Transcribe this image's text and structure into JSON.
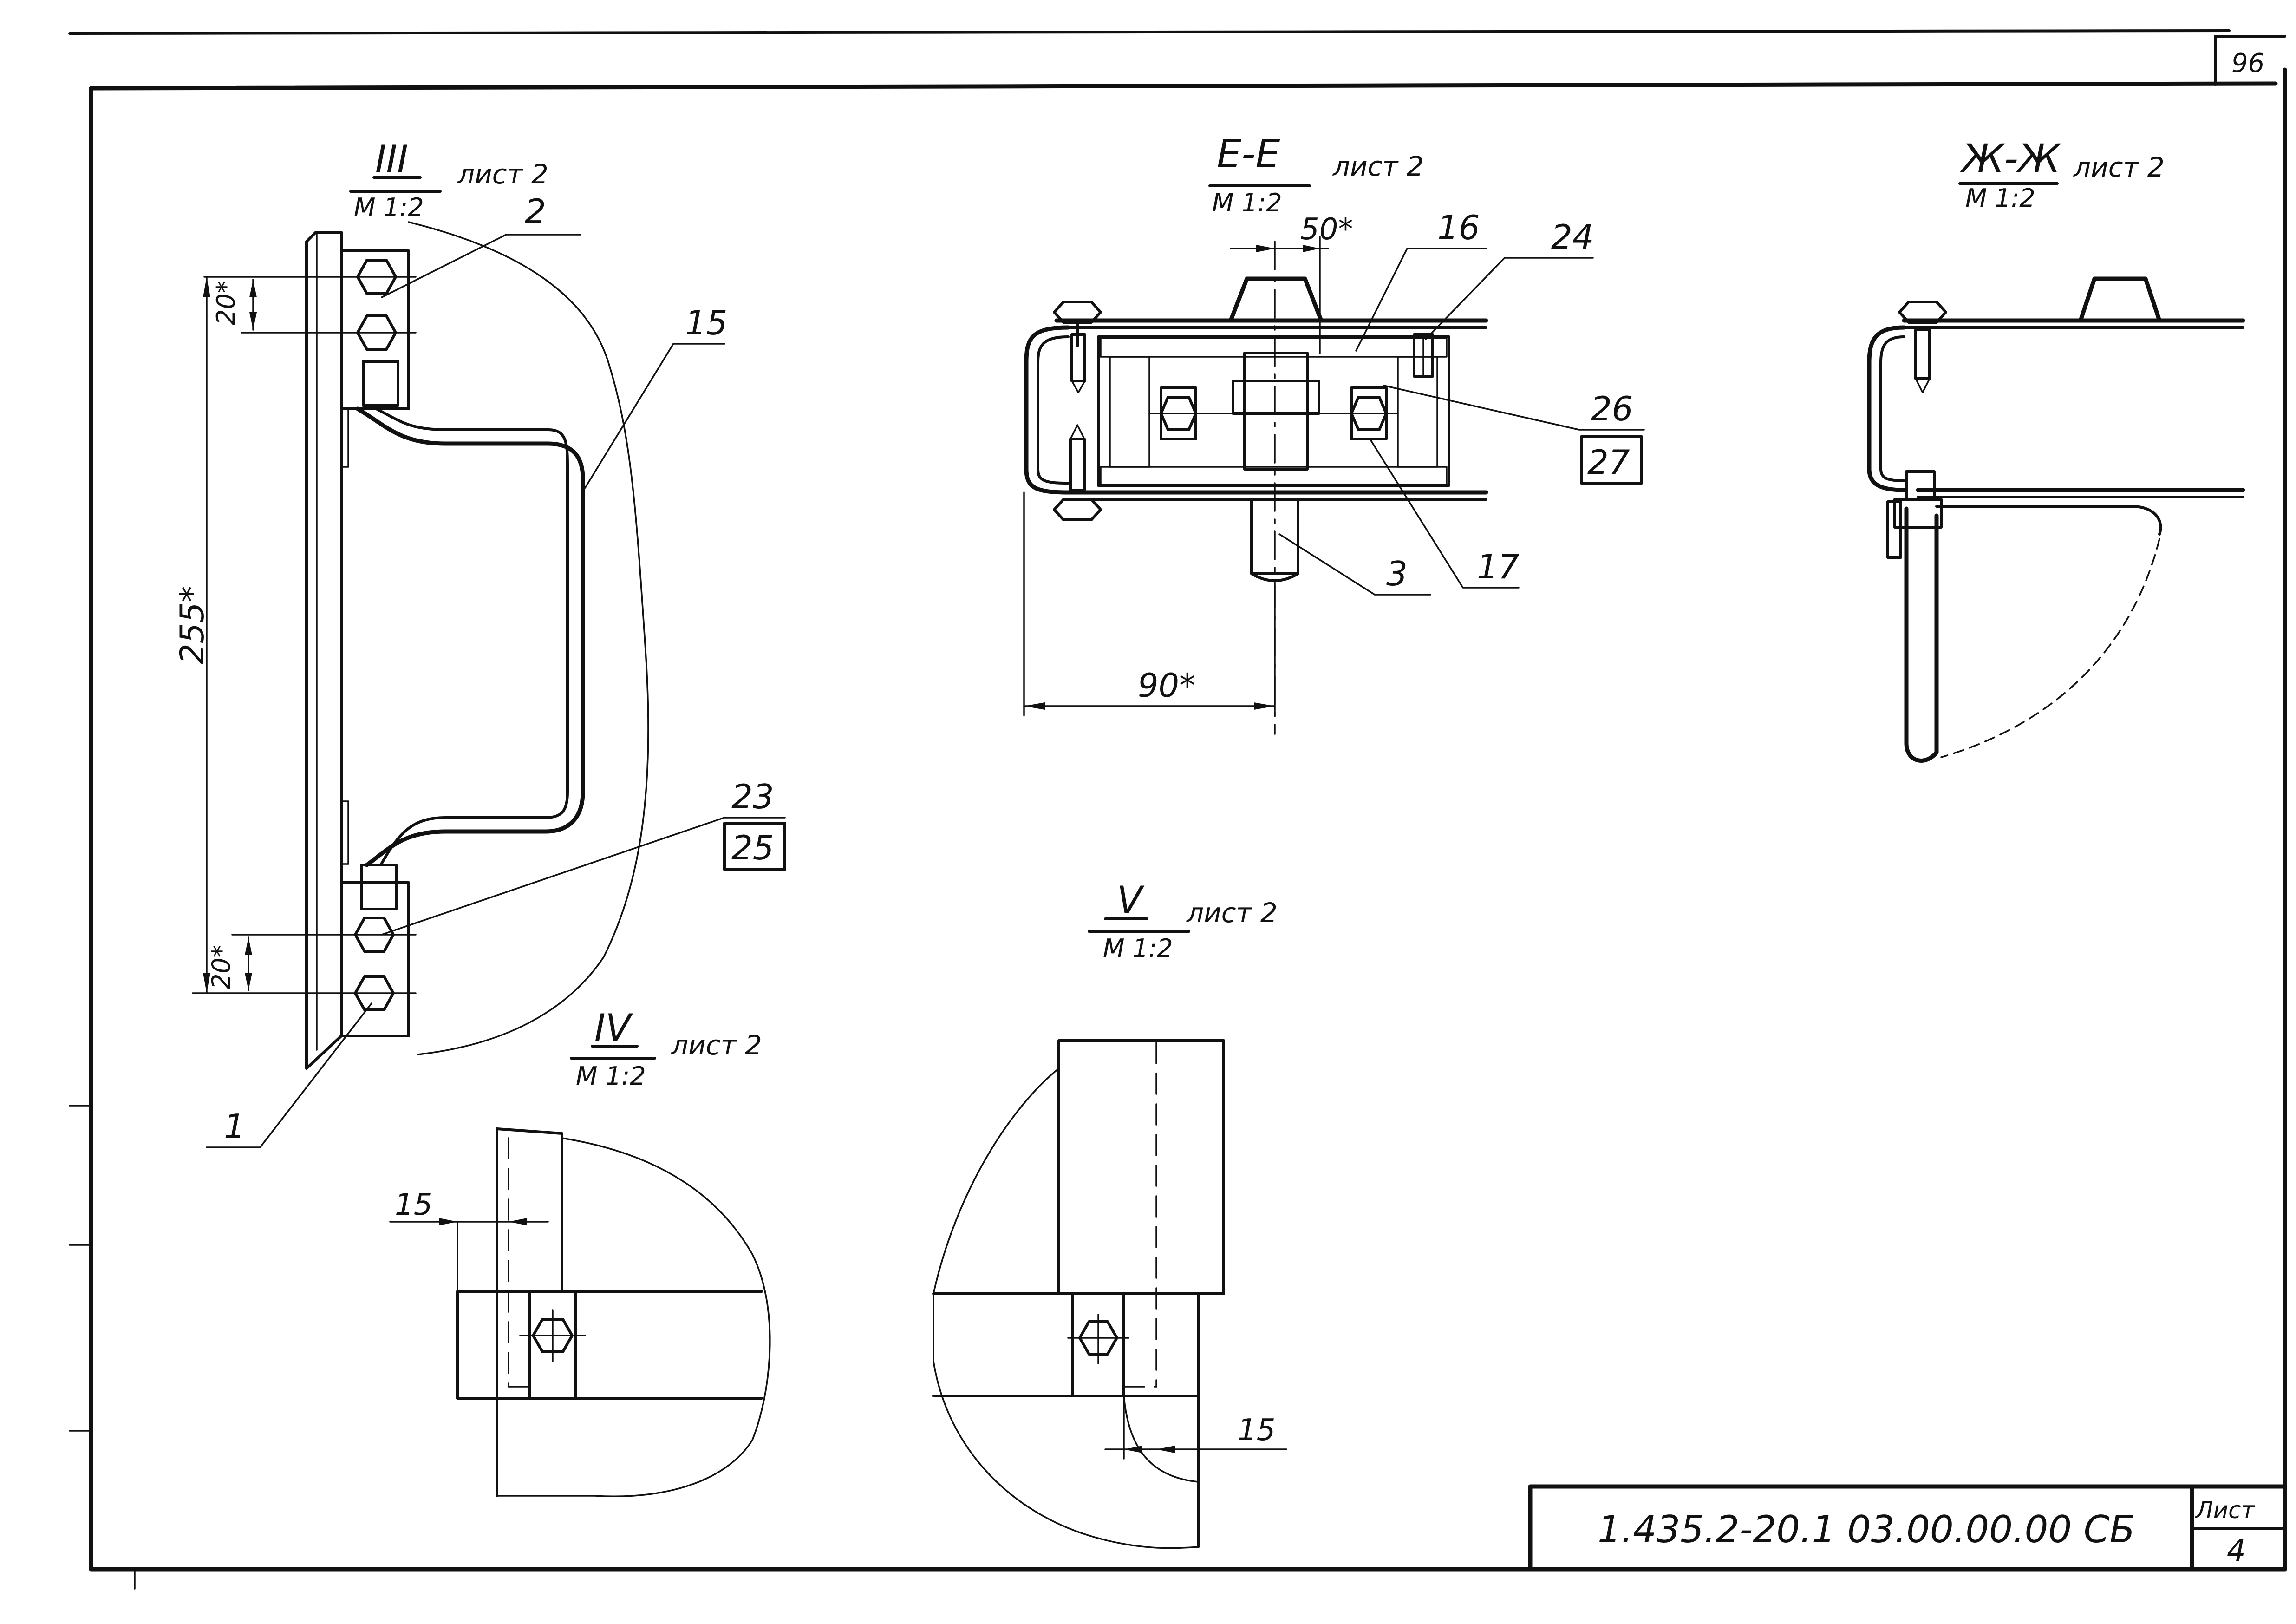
{
  "sheet": {
    "corner_number": "96",
    "drawing_code": "1.435.2-20.1 03.00.00.00 СБ",
    "sheet_label": "Лист",
    "sheet_number": "4"
  },
  "views": {
    "view_iii": {
      "name": "III",
      "scale": "М 1:2",
      "sheet_ref": "лист 2"
    },
    "view_ee": {
      "name": "Е-Е",
      "scale": "М 1:2",
      "sheet_ref": "лист 2"
    },
    "view_zhzh": {
      "name": "Ж-Ж",
      "scale": "М 1:2",
      "sheet_ref": "лист 2"
    },
    "view_iv": {
      "name": "IV",
      "scale": "М 1:2",
      "sheet_ref": "лист 2"
    },
    "view_v": {
      "name": "V",
      "scale": "М 1:2",
      "sheet_ref": "лист 2"
    }
  },
  "dimensions": {
    "d20_top": "20*",
    "d255": "255*",
    "d20_bottom": "20*",
    "d50": "50*",
    "d90": "90*",
    "d15_iv": "15",
    "d15_v": "15"
  },
  "callouts": {
    "p2": "2",
    "p15": "15",
    "p1": "1",
    "p23": "23",
    "p25": "25",
    "p16": "16",
    "p24": "24",
    "p26": "26",
    "p27": "27",
    "p3": "3",
    "p17": "17"
  }
}
